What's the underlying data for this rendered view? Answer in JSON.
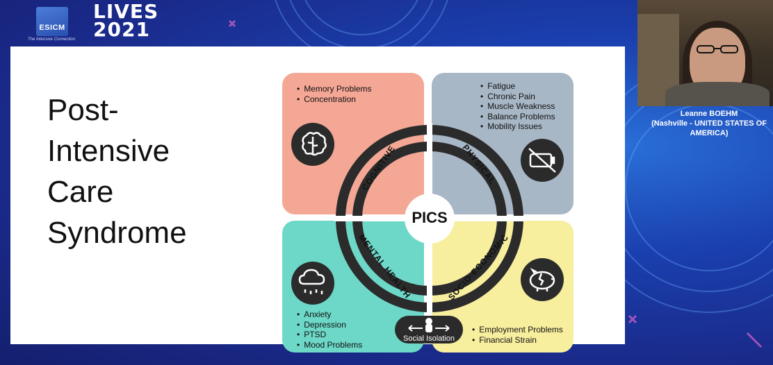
{
  "header": {
    "org_logo": "ESICM",
    "tagline": "The Intensive Connection",
    "event_logo_line1": "LIVES",
    "event_logo_line2": "2021"
  },
  "slide": {
    "title_lines": [
      "Post-",
      "Intensive",
      "Care",
      "Syndrome"
    ],
    "center_label": "PICS",
    "quadrants": {
      "cognitive": {
        "label": "COGNITIVE",
        "icon": "brain-icon",
        "items": [
          "Memory Problems",
          "Concentration"
        ]
      },
      "physical": {
        "label": "PHYSICAL",
        "icon": "empty-battery-icon",
        "items": [
          "Fatigue",
          "Chronic Pain",
          "Muscle Weakness",
          "Balance Problems",
          "Mobility Issues"
        ]
      },
      "mental_health": {
        "label": "MENTAL HEALTH",
        "icon": "rain-cloud-icon",
        "items": [
          "Anxiety",
          "Depression",
          "PTSD",
          "Mood Problems"
        ]
      },
      "socio_economic": {
        "label": "SOCIO-ECONOMIC",
        "icon": "broken-piggy-bank-icon",
        "items": [
          "Employment Problems",
          "Financial Strain"
        ]
      }
    },
    "bottom_label": "Social Isolation",
    "bottom_icon": "person-arrows-icon"
  },
  "speaker": {
    "name": "Leanne BOEHM",
    "location_line1": "(Nashville - UNITED STATES OF",
    "location_line2": "AMERICA)"
  },
  "colors": {
    "background": "#1a3fae",
    "cognitive": "#f4a795",
    "physical": "#a8b7c6",
    "mental_health": "#6dd8c8",
    "socio_economic": "#f7ee9e",
    "ring": "#2b2b2b"
  }
}
